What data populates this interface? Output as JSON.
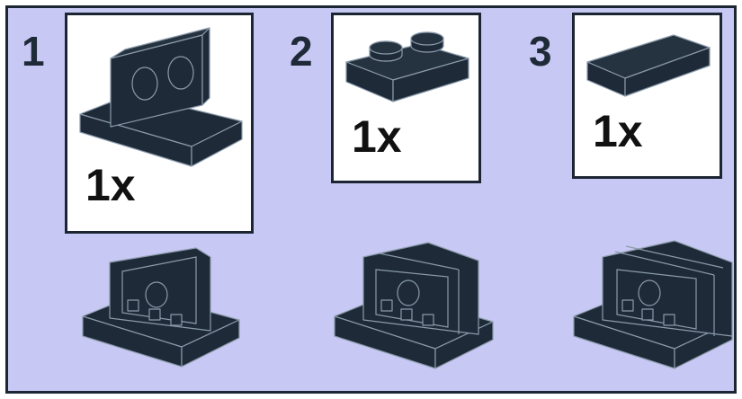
{
  "steps": [
    {
      "number": "1",
      "quantity": "1x",
      "part": "bracket-1x2-2x2"
    },
    {
      "number": "2",
      "quantity": "1x",
      "part": "plate-1x2"
    },
    {
      "number": "3",
      "quantity": "1x",
      "part": "tile-1x2"
    }
  ],
  "colors": {
    "background": "#c8c8f4",
    "brick": "#1e2a38",
    "brick_edge": "#8a9aaa",
    "callout": "#ffffff"
  }
}
